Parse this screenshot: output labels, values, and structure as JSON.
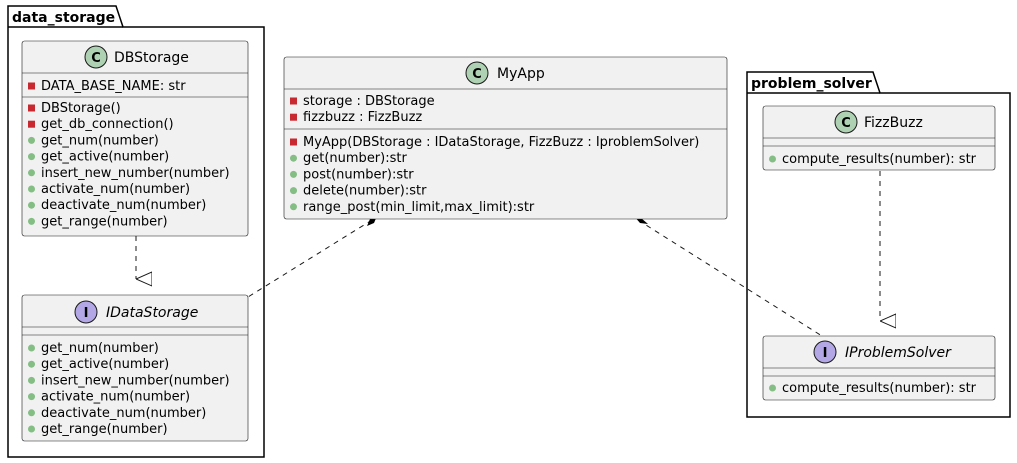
{
  "packages": {
    "data_storage": {
      "name": "data_storage"
    },
    "problem_solver": {
      "name": "problem_solver"
    }
  },
  "colors": {
    "class_badge": "#add1b2",
    "interface_badge": "#b4a7e5",
    "box_fill": "#f1f1f1",
    "private_marker": "#c82930",
    "public_marker": "#84be84"
  },
  "classes": {
    "dbstorage": {
      "kind": "C",
      "name": "DBStorage",
      "attributes": [
        {
          "vis": "private",
          "text": "DATA_BASE_NAME: str"
        }
      ],
      "methods": [
        {
          "vis": "private",
          "text": "DBStorage()"
        },
        {
          "vis": "private",
          "text": "get_db_connection()"
        },
        {
          "vis": "public",
          "text": "get_num(number)"
        },
        {
          "vis": "public",
          "text": "get_active(number)"
        },
        {
          "vis": "public",
          "text": "insert_new_number(number)"
        },
        {
          "vis": "public",
          "text": "activate_num(number)"
        },
        {
          "vis": "public",
          "text": "deactivate_num(number)"
        },
        {
          "vis": "public",
          "text": "get_range(number)"
        }
      ]
    },
    "idatastorage": {
      "kind": "I",
      "name": "IDataStorage",
      "attributes": [],
      "methods": [
        {
          "vis": "public",
          "text": "get_num(number)"
        },
        {
          "vis": "public",
          "text": "get_active(number)"
        },
        {
          "vis": "public",
          "text": "insert_new_number(number)"
        },
        {
          "vis": "public",
          "text": "activate_num(number)"
        },
        {
          "vis": "public",
          "text": "deactivate_num(number)"
        },
        {
          "vis": "public",
          "text": "get_range(number)"
        }
      ]
    },
    "myapp": {
      "kind": "C",
      "name": "MyApp",
      "attributes": [
        {
          "vis": "private",
          "text": "storage : DBStorage"
        },
        {
          "vis": "private",
          "text": "fizzbuzz : FizzBuzz"
        }
      ],
      "methods": [
        {
          "vis": "private",
          "text": "MyApp(DBStorage : IDataStorage, FizzBuzz : IproblemSolver)"
        },
        {
          "vis": "public",
          "text": "get(number):str"
        },
        {
          "vis": "public",
          "text": "post(number):str"
        },
        {
          "vis": "public",
          "text": "delete(number):str"
        },
        {
          "vis": "public",
          "text": "range_post(min_limit,max_limit):str"
        }
      ]
    },
    "fizzbuzz": {
      "kind": "C",
      "name": "FizzBuzz",
      "attributes": [],
      "methods": [
        {
          "vis": "public",
          "text": "compute_results(number): str"
        }
      ]
    },
    "iproblemsolver": {
      "kind": "I",
      "name": "IProblemSolver",
      "attributes": [],
      "methods": [
        {
          "vis": "public",
          "text": "compute_results(number): str"
        }
      ]
    }
  }
}
